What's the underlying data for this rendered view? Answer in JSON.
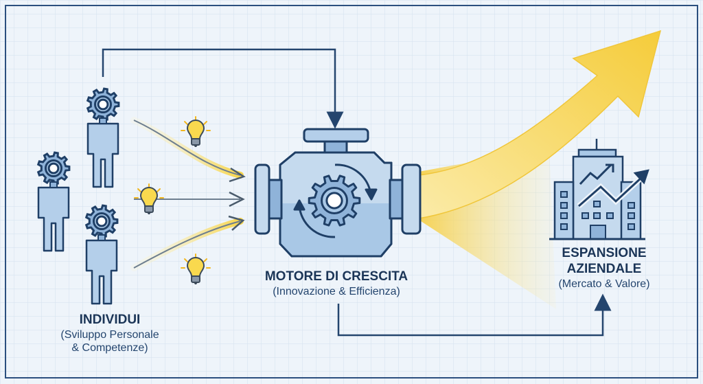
{
  "individui": {
    "title": "INDIVIDUI",
    "subtitle_line1": "(Sviluppo Personale",
    "subtitle_line2": "& Competenze)"
  },
  "motore": {
    "title": "MOTORE DI CRESCITA",
    "subtitle": "(Innovazione & Efficienza)"
  },
  "espansione": {
    "title_line1": "ESPANSIONE",
    "title_line2": "AZIENDALE",
    "subtitle": "(Mercato & Valore)"
  },
  "colors": {
    "navy": "#1f3f66",
    "blue_fill": "#c5daee",
    "blue_mid": "#8fb3d9",
    "yellow": "#f7d54a",
    "background": "#eef4fa"
  }
}
